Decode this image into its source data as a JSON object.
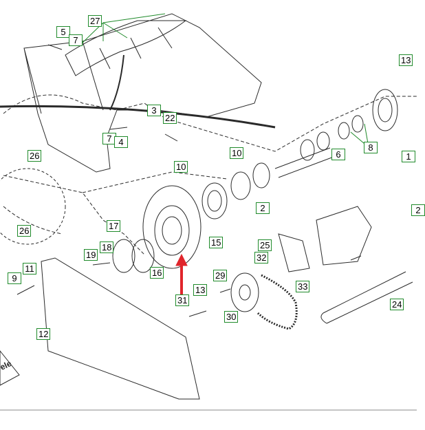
{
  "diagram": {
    "title": "",
    "callout_color": "#1f8a2a",
    "line_color": "#2a2a2a",
    "highlight_arrow_color": "#e0252b",
    "callouts": [
      "27",
      "5",
      "7",
      "13",
      "3",
      "22",
      "7",
      "4",
      "26",
      "10",
      "10",
      "6",
      "8",
      "1",
      "26",
      "2",
      "17",
      "18",
      "19",
      "11",
      "9",
      "15",
      "25",
      "32",
      "16",
      "31",
      "29",
      "13",
      "30",
      "33",
      "24",
      "12",
      "2"
    ],
    "corner_logo_text": "ele"
  }
}
